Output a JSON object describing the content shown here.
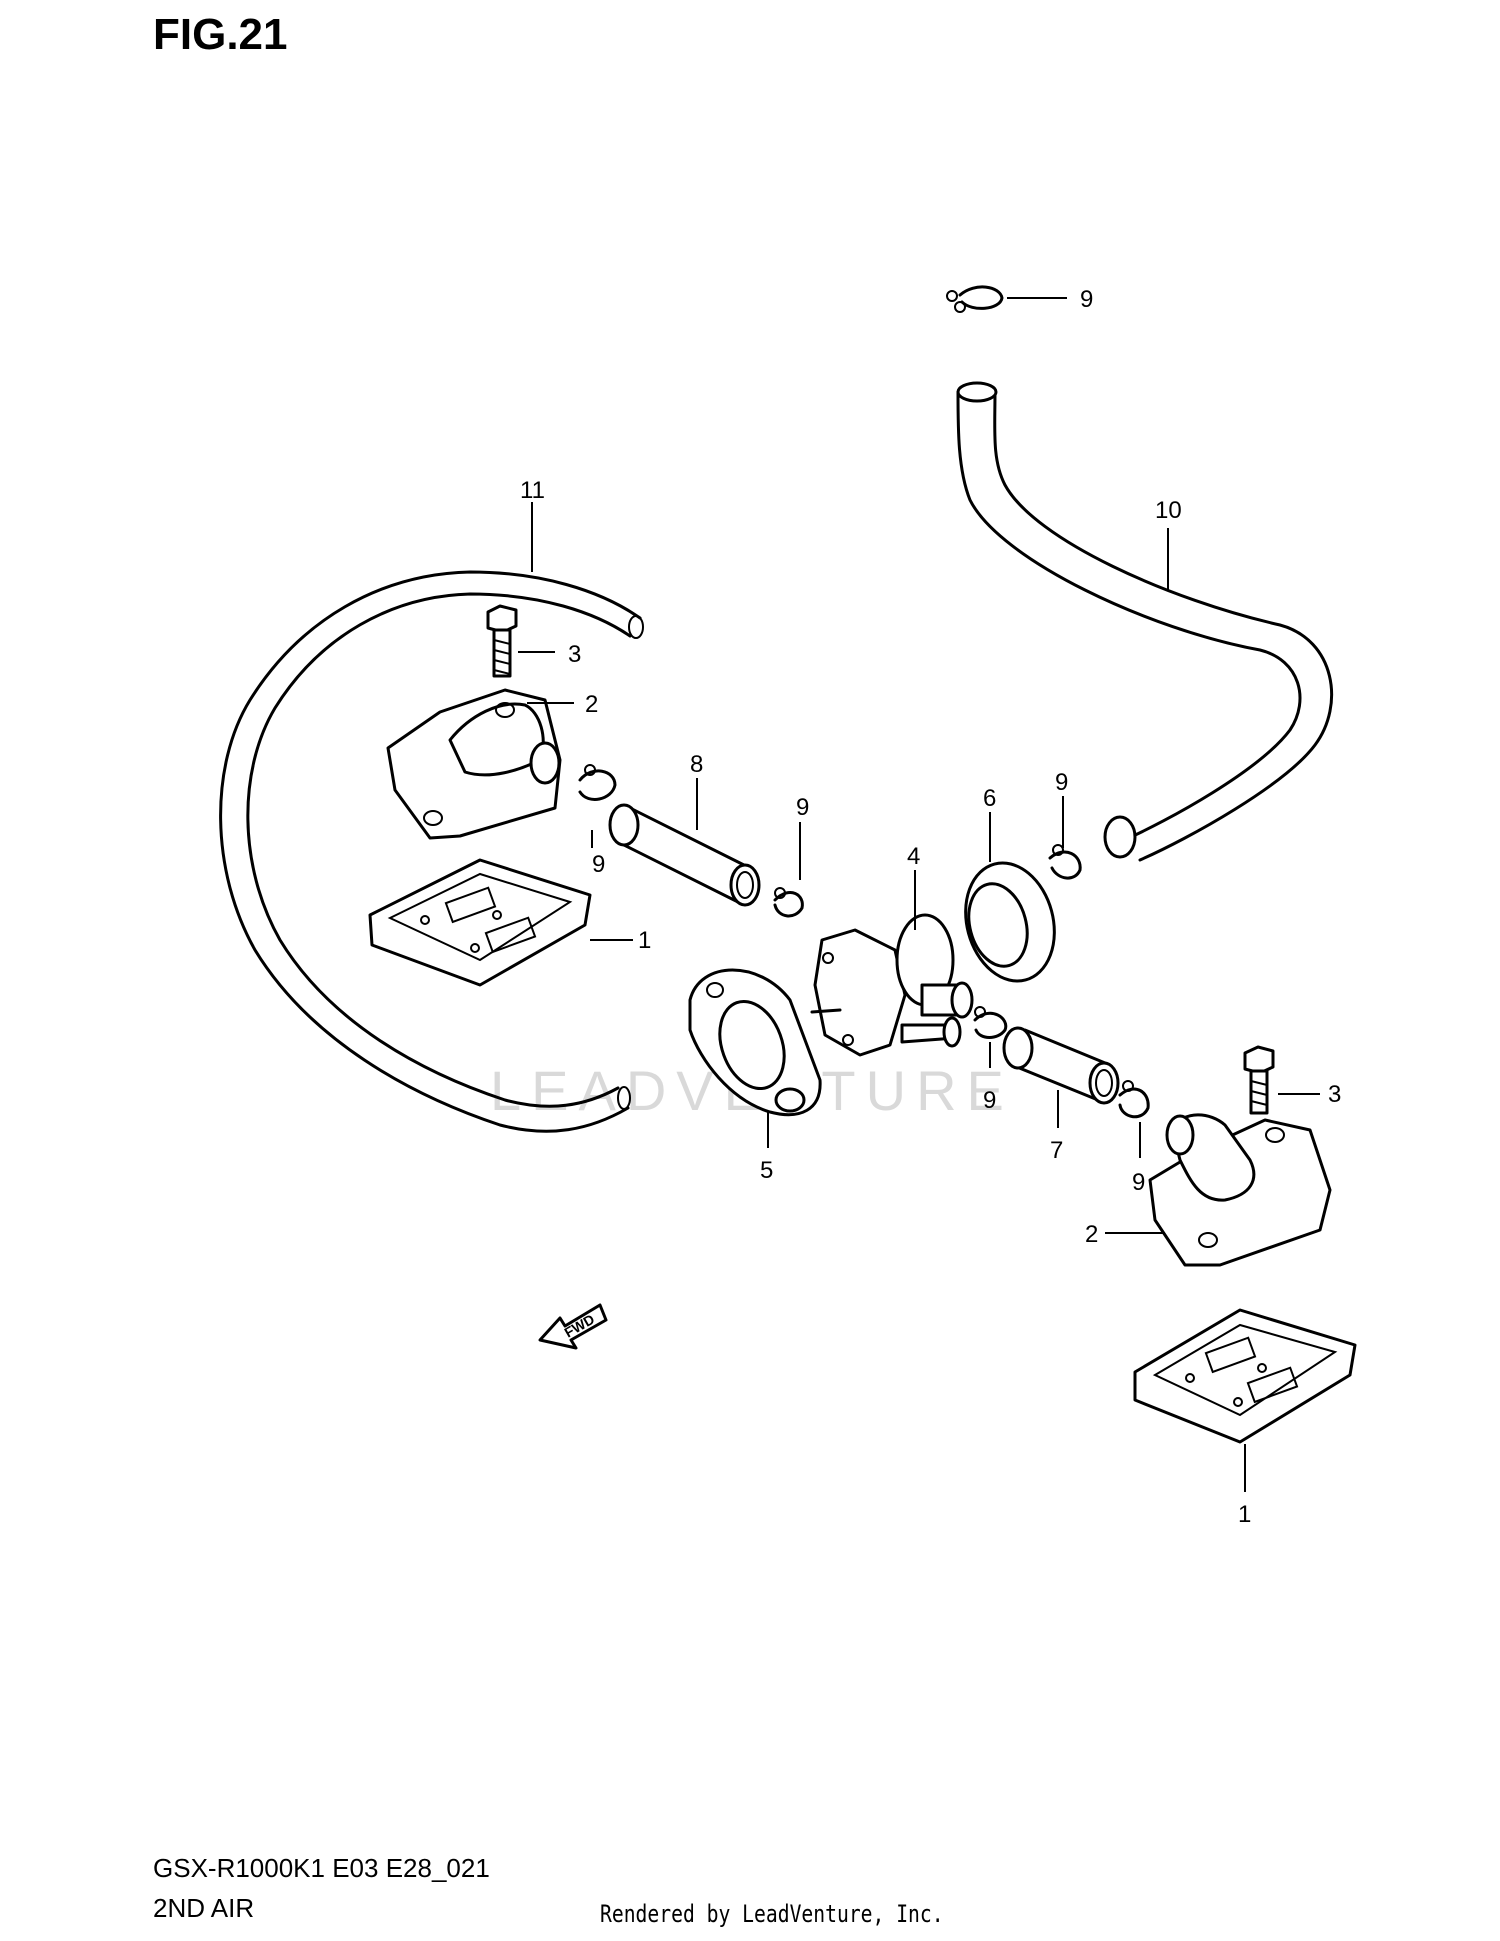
{
  "figure": {
    "title": "FIG.21",
    "model_code": "GSX-R1000K1 E03 E28_021",
    "section": "2ND AIR",
    "credit": "Rendered by LeadVenture, Inc.",
    "watermark": "LEADVENTURE",
    "fwd_label": "FWD"
  },
  "callouts": [
    {
      "id": "c11",
      "label": "11"
    },
    {
      "id": "c10",
      "label": "10"
    },
    {
      "id": "c9a",
      "label": "9"
    },
    {
      "id": "c3a",
      "label": "3"
    },
    {
      "id": "c2a",
      "label": "2"
    },
    {
      "id": "c8",
      "label": "8"
    },
    {
      "id": "c9b",
      "label": "9"
    },
    {
      "id": "c9c",
      "label": "9"
    },
    {
      "id": "c6",
      "label": "6"
    },
    {
      "id": "c9d",
      "label": "9"
    },
    {
      "id": "c4",
      "label": "4"
    },
    {
      "id": "c1a",
      "label": "1"
    },
    {
      "id": "c9e",
      "label": "9"
    },
    {
      "id": "c3b",
      "label": "3"
    },
    {
      "id": "c5",
      "label": "5"
    },
    {
      "id": "c7",
      "label": "7"
    },
    {
      "id": "c9f",
      "label": "9"
    },
    {
      "id": "c2b",
      "label": "2"
    },
    {
      "id": "c1b",
      "label": "1"
    }
  ],
  "colors": {
    "line": "#000000",
    "background": "#ffffff",
    "watermark": "#d9d9d9"
  }
}
